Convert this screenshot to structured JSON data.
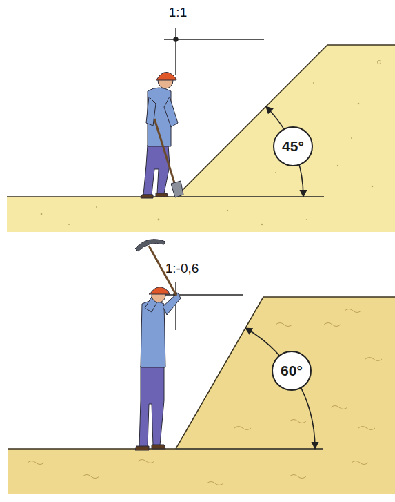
{
  "diagram": {
    "nodes": [
      {
        "text": [
          "45°"
        ]
      },
      {
        "text": [
          "60°"
        ]
      }
    ],
    "labels": [
      "1:1",
      "1:-0,6"
    ]
  }
}
